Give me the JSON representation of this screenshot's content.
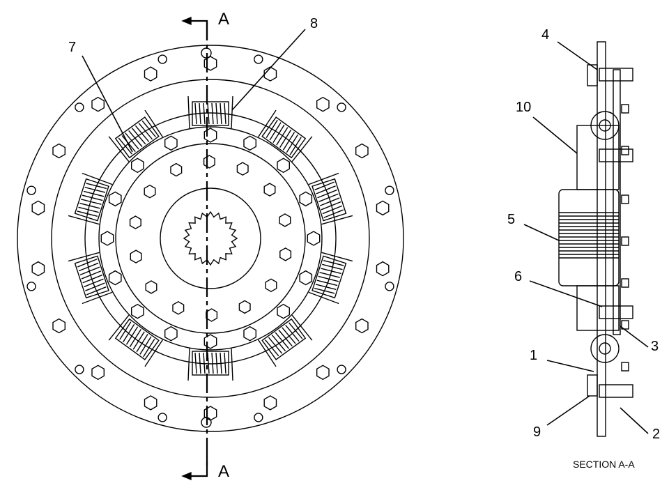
{
  "front_view": {
    "section_marker_top": "A",
    "section_marker_bottom": "A",
    "callouts": [
      "7",
      "8"
    ]
  },
  "section_view": {
    "title": "SECTION A-A",
    "callouts": [
      "4",
      "10",
      "5",
      "6",
      "3",
      "1",
      "9",
      "2"
    ]
  }
}
